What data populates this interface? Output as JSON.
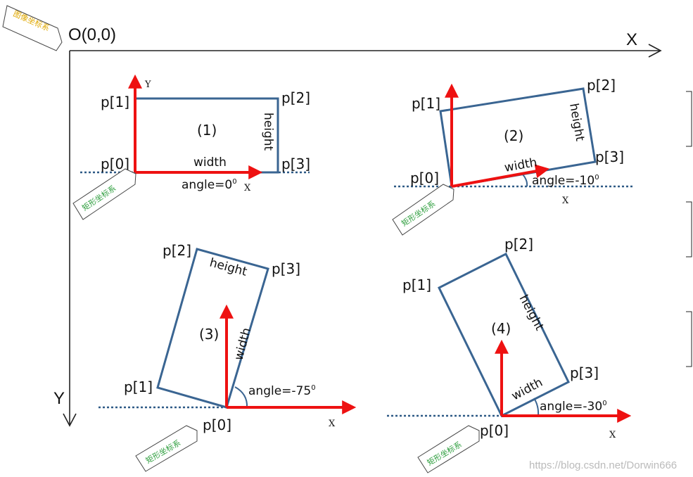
{
  "origin_label": "O(0,0)",
  "image_axes": {
    "x": "X",
    "y": "Y"
  },
  "tag_image_coords": "图像坐标系",
  "tag_rect_coords": "矩形坐标系",
  "panels": [
    {
      "id": "(1)",
      "p0": "p[0]",
      "p1": "p[1]",
      "p2": "p[2]",
      "p3": "p[3]",
      "width": "width",
      "height": "height",
      "angle_text": "angle=0",
      "angle_sup": "0",
      "axis_x": "X",
      "axis_y": "Y"
    },
    {
      "id": "(2)",
      "p0": "p[0]",
      "p1": "p[1]",
      "p2": "p[2]",
      "p3": "p[3]",
      "width": "width",
      "height": "height",
      "angle_text": "angle=-10",
      "angle_sup": "0",
      "axis_x": "X"
    },
    {
      "id": "(3)",
      "p0": "p[0]",
      "p1": "p[1]",
      "p2": "p[2]",
      "p3": "p[3]",
      "width": "width",
      "height": "height",
      "angle_text": "angle=-75",
      "angle_sup": "0",
      "axis_x": "X"
    },
    {
      "id": "(4)",
      "p0": "p[0]",
      "p1": "p[1]",
      "p2": "p[2]",
      "p3": "p[3]",
      "width": "width",
      "height": "height",
      "angle_text": "angle=-30",
      "angle_sup": "0",
      "axis_x": "X"
    }
  ],
  "watermark": "https://blog.csdn.net/Dorwin666",
  "colors": {
    "rect": "#3a6592",
    "arrow": "#ee1111",
    "tag_image": "#e0a800",
    "tag_rect": "#2e9e3e"
  }
}
